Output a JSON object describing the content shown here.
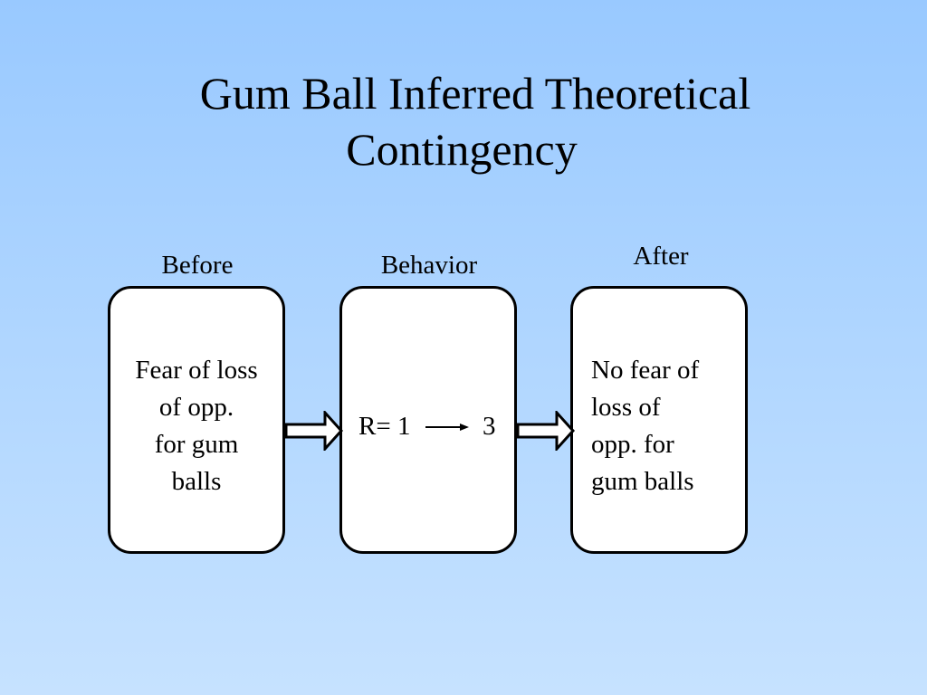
{
  "title": {
    "line1": "Gum Ball Inferred Theoretical",
    "line2": "Contingency"
  },
  "columns": {
    "before": {
      "header": "Before",
      "text": [
        "Fear of loss",
        "of opp.",
        "for gum",
        "balls"
      ]
    },
    "behavior": {
      "header": "Behavior",
      "text_left": "R= 1",
      "text_right": "3"
    },
    "after": {
      "header": "After",
      "text": [
        "No fear of",
        "loss of",
        "opp. for",
        "gum balls"
      ]
    }
  },
  "colors": {
    "background_top": "#99c9ff",
    "background_bottom": "#c6e2ff",
    "box_fill": "#ffffff",
    "stroke": "#000000"
  }
}
